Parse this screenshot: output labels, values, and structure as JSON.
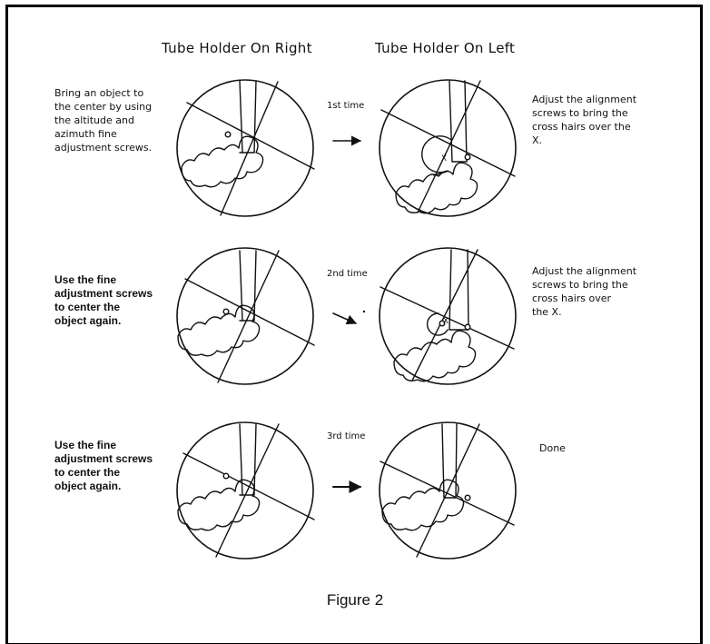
{
  "headings": {
    "right": "Tube Holder On Right",
    "left": "Tube Holder On Left"
  },
  "rows": [
    {
      "left_note": "Bring an object to\nthe center by using\nthe altitude and\nazimuth fine\nadjustment screws.",
      "time_label": "1st time",
      "right_note": "Adjust the alignment\nscrews to bring the\ncross hairs over the\nX."
    },
    {
      "left_note": "Use the fine\nadjustment screws\nto center the\nobject again.",
      "time_label": "2nd time",
      "right_note": "Adjust the alignment\nscrews to bring the\ncross hairs over\nthe X."
    },
    {
      "left_note": "Use the fine\nadjustment screws\nto center the\nobject again.",
      "time_label": "3rd time",
      "right_note": "Done"
    }
  ],
  "target_mark": "X",
  "caption": "Figure 2"
}
